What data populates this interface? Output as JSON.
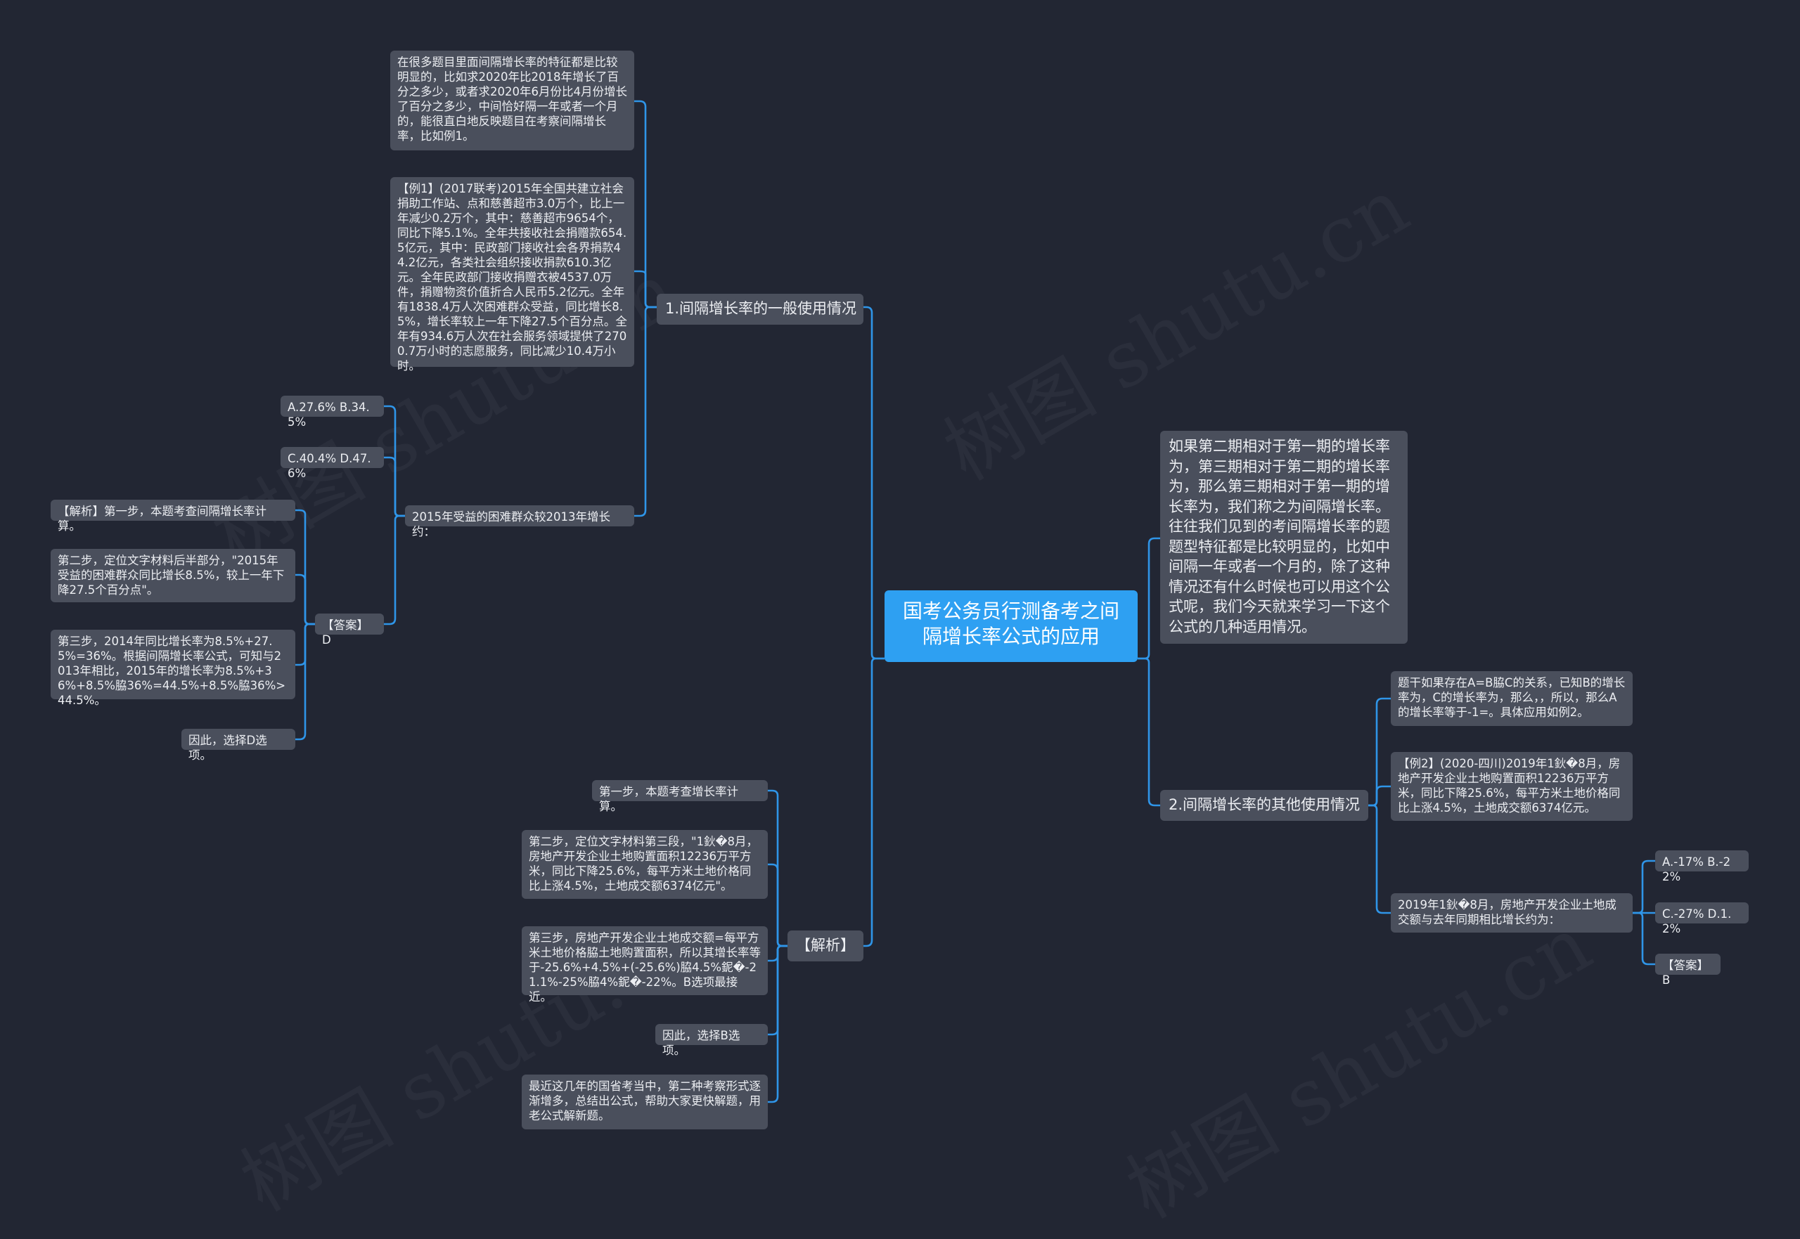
{
  "watermark": "树图 shutu.cn",
  "root": {
    "title": "国考公务员行测备考之间隔增长率公式的应用"
  },
  "intro": "如果第二期相对于第一期的增长率为，第三期相对于第二期的增长率为，那么第三期相对于第一期的增长率为，我们称之为间隔增长率。往往我们见到的考间隔增长率的题题型特征都是比较明显的，比如中间隔一年或者一个月的，除了这种情况还有什么时候也可以用这个公式呢，我们今天就来学习一下这个公式的几种适用情况。",
  "branch1": {
    "label": "1.间隔增长率的一般使用情况",
    "desc": "在很多题目里面间隔增长率的特征都是比较明显的，比如求2020年比2018年增长了百分之多少，或者求2020年6月份比4月份增长了百分之多少，中间恰好隔一年或者一个月的，能很直白地反映题目在考察间隔增长率，比如例1。",
    "example": "【例1】(2017联考)2015年全国共建立社会捐助工作站、点和慈善超市3.0万个，比上一年减少0.2万个，其中：慈善超市9654个，同比下降5.1%。全年共接收社会捐赠款654.5亿元，其中：民政部门接收社会各界捐款44.2亿元，各类社会组织接收捐款610.3亿元。全年民政部门接收捐赠衣被4537.0万件，捐赠物资价值折合人民币5.2亿元。全年有1838.4万人次困难群众受益，同比增长8.5%，增长率较上一年下降27.5个百分点。全年有934.6万人次在社会服务领域提供了2700.7万小时的志愿服务，同比减少10.4万小时。",
    "question": "2015年受益的困难群众较2013年增长约：",
    "options": [
      "A.27.6% B.34.5%",
      "C.40.4% D.47.6%"
    ],
    "answer": "【答案】D",
    "analysis": [
      "【解析】第一步，本题考查间隔增长率计算。",
      "第二步，定位文字材料后半部分，\"2015年受益的困难群众同比增长8.5%，较上一年下降27.5个百分点\"。",
      "第三步，2014年同比增长率为8.5%+27.5%=36%。根据间隔增长率公式，可知与2013年相比，2015年的增长率为8.5%+36%+8.5%脇36%=44.5%+8.5%脇36%>44.5%。",
      "因此，选择D选项。"
    ]
  },
  "branch2": {
    "label": "2.间隔增长率的其他使用情况",
    "desc": "题干如果存在A=B脇C的关系，已知B的增长率为，C的增长率为，那么，，所以，那么A的增长率等于-1=。具体应用如例2。",
    "example": "【例2】(2020-四川)2019年1鈥�8月，房地产开发企业土地购置面积12236万平方米，同比下降25.6%，每平方米土地价格同比上涨4.5%，土地成交额6374亿元。",
    "question": "2019年1鈥�8月，房地产开发企业土地成交额与去年同期相比增长约为：",
    "options": [
      "A.-17% B.-22%",
      "C.-27% D.1.2%"
    ],
    "answer": "【答案】B"
  },
  "branch3": {
    "label": "【解析】",
    "items": [
      "第一步，本题考查增长率计算。",
      "第二步，定位文字材料第三段，\"1鈥�8月，房地产开发企业土地购置面积12236万平方米，同比下降25.6%，每平方米土地价格同比上涨4.5%，土地成交额6374亿元\"。",
      "第三步，房地产开发企业土地成交额=每平方米土地价格脇土地购置面积，所以其增长率等于-25.6%+4.5%+(-25.6%)脇4.5%鈮�-21.1%-25%脇4%鈮�-22%。B选项最接近。",
      "因此，选择B选项。",
      "最近这几年的国省考当中，第二种考察形式逐渐增多，总结出公式，帮助大家更快解题，用老公式解新题。"
    ]
  }
}
